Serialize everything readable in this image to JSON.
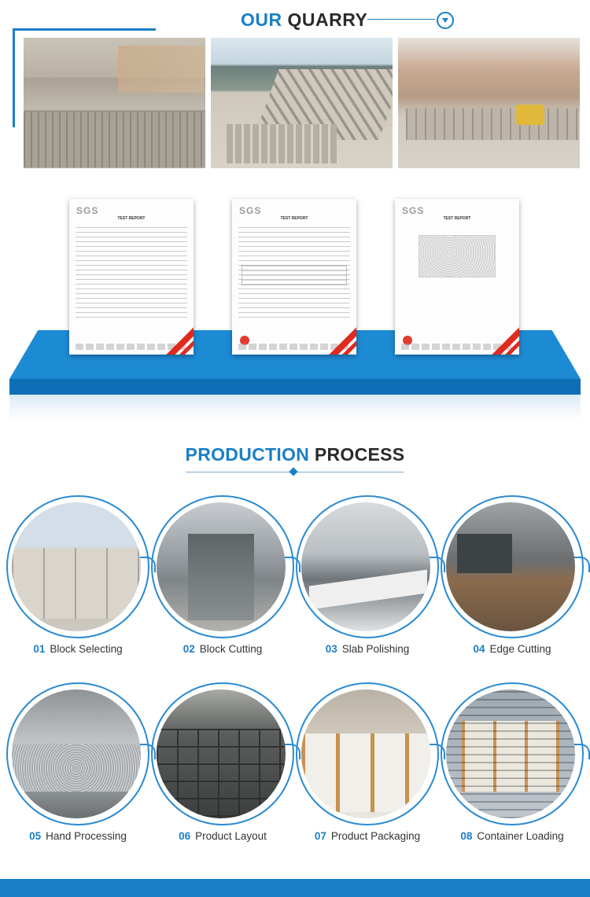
{
  "quarry": {
    "title_accent": "OUR",
    "title_dark": "QUARRY",
    "photos": [
      "quarry-photo-1",
      "quarry-photo-2",
      "quarry-photo-3"
    ]
  },
  "certificates": {
    "items": [
      {
        "logo": "SGS",
        "heading": "TEST REPORT"
      },
      {
        "logo": "SGS",
        "heading": "TEST REPORT"
      },
      {
        "logo": "SGS",
        "heading": "TEST REPORT"
      }
    ]
  },
  "production": {
    "title_accent": "PRODUCTION",
    "title_dark": "PROCESS",
    "steps": [
      {
        "num": "01",
        "label": "Block Selecting"
      },
      {
        "num": "02",
        "label": "Block Cutting"
      },
      {
        "num": "03",
        "label": "Slab Polishing"
      },
      {
        "num": "04",
        "label": "Edge Cutting"
      },
      {
        "num": "05",
        "label": "Hand Processing"
      },
      {
        "num": "06",
        "label": "Product Layout"
      },
      {
        "num": "07",
        "label": "Product Packaging"
      },
      {
        "num": "08",
        "label": "Container Loading"
      }
    ]
  },
  "colors": {
    "accent": "#1a7fc6",
    "dark_text": "#2a2a2a",
    "cert_stripe": "#e02a1f"
  },
  "icons": {
    "quarry_toggle": "chevron-down-circle-icon"
  }
}
